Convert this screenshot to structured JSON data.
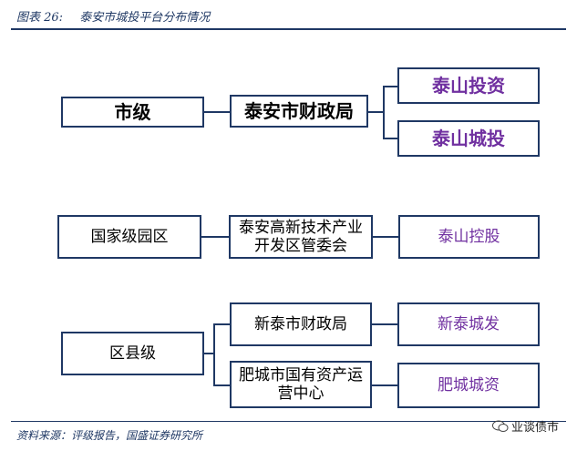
{
  "caption": {
    "figure_number": "图表 26:",
    "title": "泰安市城投平台分布情况"
  },
  "groups": [
    {
      "level": "市级",
      "authority": "泰安市财政局",
      "platforms": [
        "泰山投资",
        "泰山城投"
      ]
    },
    {
      "level": "国家级园区",
      "authority": "泰安高新技术产业开发区管委会",
      "platforms": [
        "泰山控股"
      ]
    },
    {
      "level": "区县级",
      "authorities": [
        {
          "name": "新泰市财政局",
          "platform": "新泰城发"
        },
        {
          "name": "肥城市国有资产运营中心",
          "platform": "肥城城资"
        }
      ]
    }
  ],
  "source": "资料来源：评级报告，国盛证券研究所",
  "watermark": "业谈债市",
  "colors": {
    "frame": "#1f3864",
    "platform_text": "#7030a0"
  }
}
